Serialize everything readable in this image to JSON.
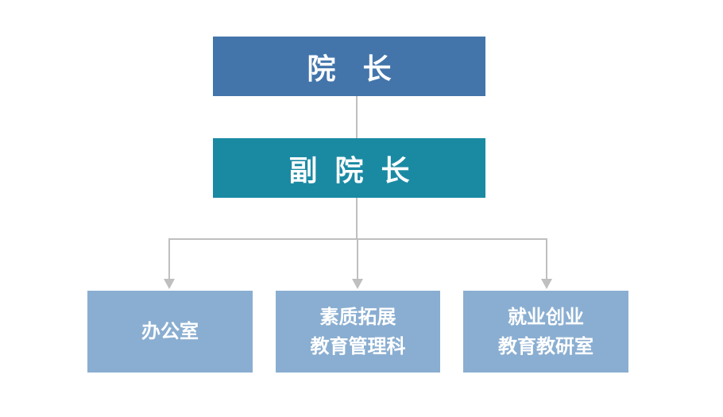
{
  "chart": {
    "top": {
      "label": "院长"
    },
    "second": {
      "label": "副院长"
    },
    "departments": [
      {
        "lines": [
          "办公室"
        ]
      },
      {
        "lines": [
          "素质拓展",
          "教育管理科"
        ]
      },
      {
        "lines": [
          "就业创业",
          "教育教研室"
        ]
      }
    ]
  },
  "colors": {
    "top_box": "#4375ab",
    "second_box": "#1a8aa3",
    "department_box": "#8aaed1",
    "connector": "#bfbfbf",
    "text": "#ffffff"
  }
}
